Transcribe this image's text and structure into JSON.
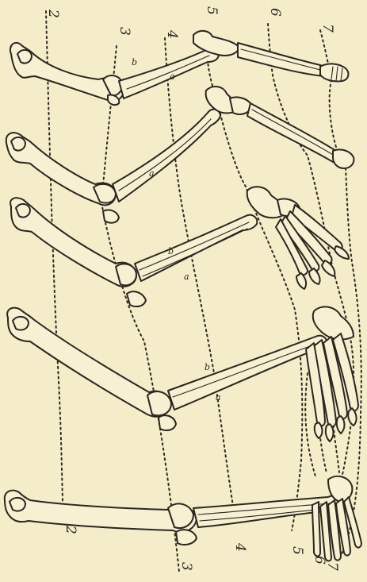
{
  "figure": {
    "colors": {
      "paper": "#f5edca",
      "ink": "#2a2620",
      "bone_fill": "#f7f0d2"
    },
    "line_labels": [
      "2",
      "3",
      "4",
      "5",
      "6",
      "7"
    ],
    "bone_letters": {
      "radius": "b",
      "ulna": "a"
    }
  }
}
